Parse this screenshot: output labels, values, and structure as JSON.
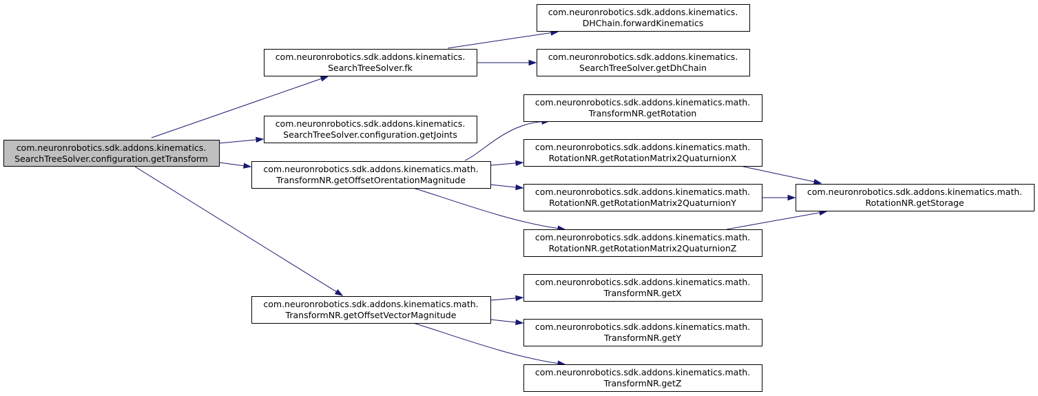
{
  "diagram": {
    "nodes": [
      {
        "id": "root",
        "line1": "com.neuronrobotics.sdk.addons.kinematics.",
        "line2": "SearchTreeSolver.configuration.getTransform",
        "highlighted": true
      },
      {
        "id": "fk",
        "line1": "com.neuronrobotics.sdk.addons.kinematics.",
        "line2": "SearchTreeSolver.fk"
      },
      {
        "id": "getJoints",
        "line1": "com.neuronrobotics.sdk.addons.kinematics.",
        "line2": "SearchTreeSolver.configuration.getJoints"
      },
      {
        "id": "getOffsetOrentationMagnitude",
        "line1": "com.neuronrobotics.sdk.addons.kinematics.math.",
        "line2": "TransformNR.getOffsetOrentationMagnitude"
      },
      {
        "id": "getOffsetVectorMagnitude",
        "line1": "com.neuronrobotics.sdk.addons.kinematics.math.",
        "line2": "TransformNR.getOffsetVectorMagnitude"
      },
      {
        "id": "forwardKinematics",
        "line1": "com.neuronrobotics.sdk.addons.kinematics.",
        "line2": "DHChain.forwardKinematics"
      },
      {
        "id": "getDhChain",
        "line1": "com.neuronrobotics.sdk.addons.kinematics.",
        "line2": "SearchTreeSolver.getDhChain"
      },
      {
        "id": "getRotation",
        "line1": "com.neuronrobotics.sdk.addons.kinematics.math.",
        "line2": "TransformNR.getRotation"
      },
      {
        "id": "quatX",
        "line1": "com.neuronrobotics.sdk.addons.kinematics.math.",
        "line2": "RotationNR.getRotationMatrix2QuaturnionX"
      },
      {
        "id": "quatY",
        "line1": "com.neuronrobotics.sdk.addons.kinematics.math.",
        "line2": "RotationNR.getRotationMatrix2QuaturnionY"
      },
      {
        "id": "quatZ",
        "line1": "com.neuronrobotics.sdk.addons.kinematics.math.",
        "line2": "RotationNR.getRotationMatrix2QuaturnionZ"
      },
      {
        "id": "getX",
        "line1": "com.neuronrobotics.sdk.addons.kinematics.math.",
        "line2": "TransformNR.getX"
      },
      {
        "id": "getY",
        "line1": "com.neuronrobotics.sdk.addons.kinematics.math.",
        "line2": "TransformNR.getY"
      },
      {
        "id": "getZ",
        "line1": "com.neuronrobotics.sdk.addons.kinematics.math.",
        "line2": "TransformNR.getZ"
      },
      {
        "id": "getStorage",
        "line1": "com.neuronrobotics.sdk.addons.kinematics.math.",
        "line2": "RotationNR.getStorage"
      }
    ],
    "edges": [
      {
        "from": "root",
        "to": "fk"
      },
      {
        "from": "root",
        "to": "getJoints"
      },
      {
        "from": "root",
        "to": "getOffsetOrentationMagnitude"
      },
      {
        "from": "root",
        "to": "getOffsetVectorMagnitude"
      },
      {
        "from": "fk",
        "to": "forwardKinematics"
      },
      {
        "from": "fk",
        "to": "getDhChain"
      },
      {
        "from": "getOffsetOrentationMagnitude",
        "to": "getRotation"
      },
      {
        "from": "getOffsetOrentationMagnitude",
        "to": "quatX"
      },
      {
        "from": "getOffsetOrentationMagnitude",
        "to": "quatY"
      },
      {
        "from": "getOffsetOrentationMagnitude",
        "to": "quatZ"
      },
      {
        "from": "quatX",
        "to": "getStorage"
      },
      {
        "from": "quatY",
        "to": "getStorage"
      },
      {
        "from": "quatZ",
        "to": "getStorage"
      },
      {
        "from": "getOffsetVectorMagnitude",
        "to": "getX"
      },
      {
        "from": "getOffsetVectorMagnitude",
        "to": "getY"
      },
      {
        "from": "getOffsetVectorMagnitude",
        "to": "getZ"
      }
    ]
  }
}
